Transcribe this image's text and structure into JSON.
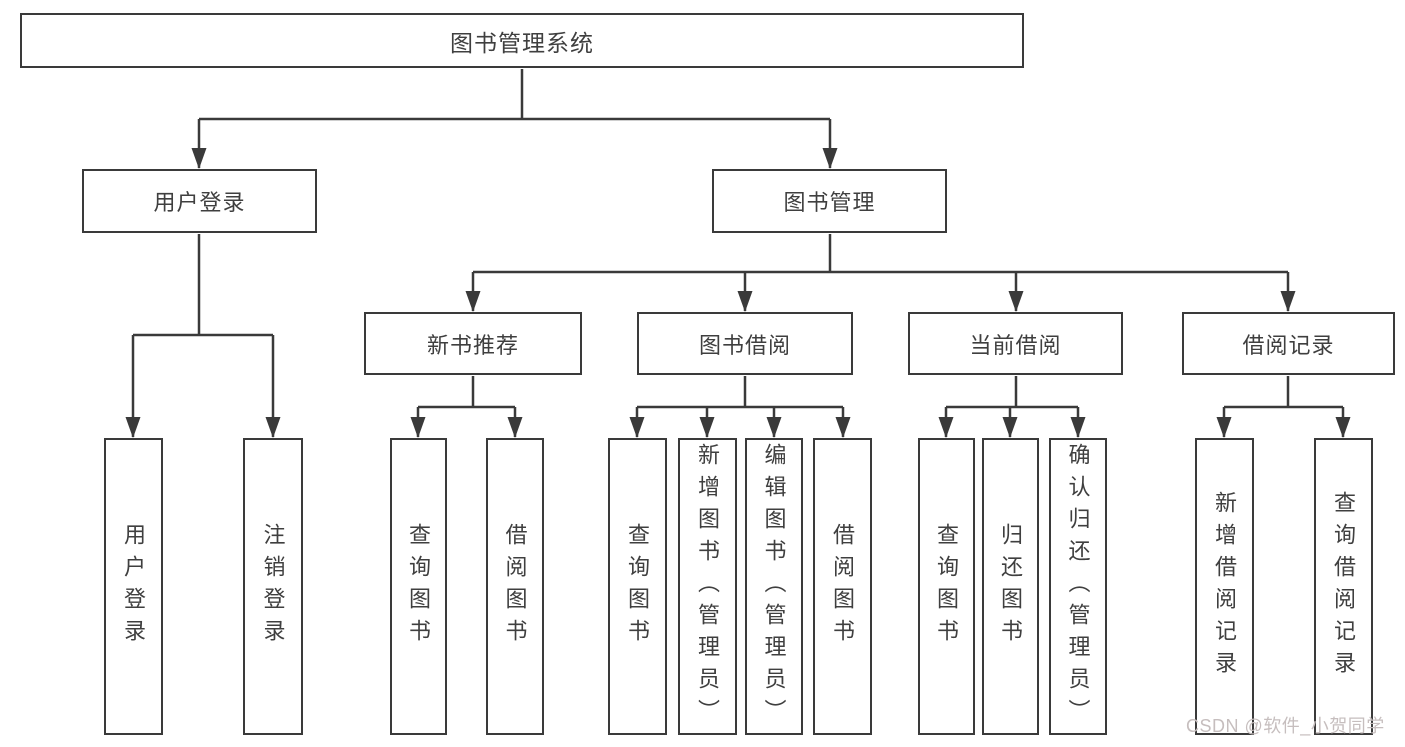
{
  "diagram": {
    "title": "图书管理系统",
    "watermark": "CSDN @软件_小贺同学",
    "colors": {
      "line": "#3a3a3a",
      "text": "#3f3f3f",
      "box_background": "#ffffff",
      "page_background": "#ffffff",
      "watermark": "#c6bebe"
    },
    "root": {
      "label": "图书管理系统"
    },
    "branches": [
      {
        "label": "用户登录",
        "leaves": [
          {
            "label": "用户登录"
          },
          {
            "label": "注销登录"
          }
        ]
      },
      {
        "label": "图书管理",
        "groups": [
          {
            "label": "新书推荐",
            "leaves": [
              {
                "label": "查询图书"
              },
              {
                "label": "借阅图书"
              }
            ]
          },
          {
            "label": "图书借阅",
            "leaves": [
              {
                "label": "查询图书"
              },
              {
                "label": "新增图书（管理员）"
              },
              {
                "label": "编辑图书（管理员）"
              },
              {
                "label": "借阅图书"
              }
            ]
          },
          {
            "label": "当前借阅",
            "leaves": [
              {
                "label": "查询图书"
              },
              {
                "label": "归还图书"
              },
              {
                "label": "确认归还（管理员）"
              }
            ]
          },
          {
            "label": "借阅记录",
            "leaves": [
              {
                "label": "新增借阅记录"
              },
              {
                "label": "查询借阅记录"
              }
            ]
          }
        ]
      }
    ]
  }
}
